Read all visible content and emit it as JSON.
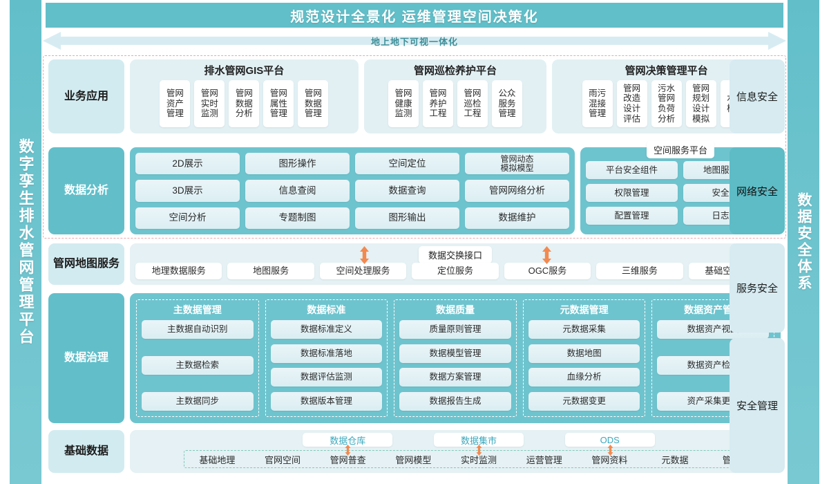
{
  "header": {
    "title": "规范设计全景化  运维管理空间决策化",
    "band_label": "地上地下可视一体化"
  },
  "rails": {
    "left": "数字孪生排水管网管理平台",
    "right": "数据安全体系"
  },
  "security_column": {
    "items": [
      {
        "label": "信息安全",
        "style": "pale"
      },
      {
        "label": "网络安全",
        "style": "strong"
      },
      {
        "label": "服务安全",
        "style": "pale"
      },
      {
        "label": "安全管理",
        "style": "pale"
      }
    ]
  },
  "rows": {
    "business": {
      "category": "业务应用",
      "platforms": [
        {
          "title": "排水管网GIS平台",
          "items": [
            "管网资产管理",
            "管网实时监测",
            "管网数据分析",
            "管网属性管理",
            "管网数据管理"
          ]
        },
        {
          "title": "管网巡检养护平台",
          "items": [
            "管网健康监测",
            "管网养护工程",
            "管网巡检工程",
            "公众服务管理"
          ]
        },
        {
          "title": "管网决策管理平台",
          "items": [
            "雨污混接管理",
            "管网改造设计评估",
            "污水管网负荷分析",
            "管网规划设计模拟",
            "水力模型"
          ]
        }
      ]
    },
    "analysis": {
      "category": "数据分析",
      "columns": [
        [
          "2D展示",
          "3D展示",
          "空间分析"
        ],
        [
          "图形操作",
          "信息查阅",
          "专题制图"
        ],
        [
          "空间定位",
          "数据查询",
          "图形输出"
        ],
        [
          "管网动态模拟模型",
          "管网网络分析",
          "数据维护"
        ]
      ],
      "spatial_platform": {
        "title": "空间服务平台",
        "items": [
          "平台安全组件",
          "地图服务管理",
          "权限管理",
          "安全组件",
          "配置管理",
          "日志管理"
        ]
      }
    },
    "map_service": {
      "category": "管网地图服务",
      "exchange_label": "数据交换接口",
      "items": [
        "地理数据服务",
        "地图服务",
        "空间处理服务",
        "定位服务",
        "OGC服务",
        "三维服务",
        "基础空间服务"
      ]
    },
    "governance": {
      "category": "数据治理",
      "columns": [
        {
          "title": "主数据管理",
          "items": [
            "主数据自动识别",
            "主数据检索",
            "主数据同步"
          ]
        },
        {
          "title": "数据标准",
          "items": [
            "数据标准定义",
            "数据标准落地",
            "数据评估监测",
            "数据版本管理"
          ]
        },
        {
          "title": "数据质量",
          "items": [
            "质量原则管理",
            "数据模型管理",
            "数据方案管理",
            "数据报告生成"
          ]
        },
        {
          "title": "元数据管理",
          "items": [
            "元数据采集",
            "数据地图",
            "血缘分析",
            "元数据变更"
          ]
        },
        {
          "title": "数据资产管理",
          "items": [
            "数据资产视图",
            "数据资产检索",
            "资产采集更新"
          ]
        }
      ]
    },
    "base_data": {
      "category": "基础数据",
      "stores": [
        "数据仓库",
        "数据集市",
        "ODS"
      ],
      "items": [
        "基础地理",
        "官网空间",
        "管网普查",
        "管网模型",
        "实时监测",
        "运营管理",
        "管网资料",
        "元数据",
        "管网模型"
      ]
    }
  },
  "colors": {
    "brand_teal": "#62bfca",
    "panel_dark": "#6ec4ce",
    "panel_light": "#e2f0f4",
    "category_light": "#d2ebf0",
    "arrow_orange": "#f3894f",
    "dashed_pink": "#e8a9ae",
    "store_text": "#3aa8bd"
  }
}
